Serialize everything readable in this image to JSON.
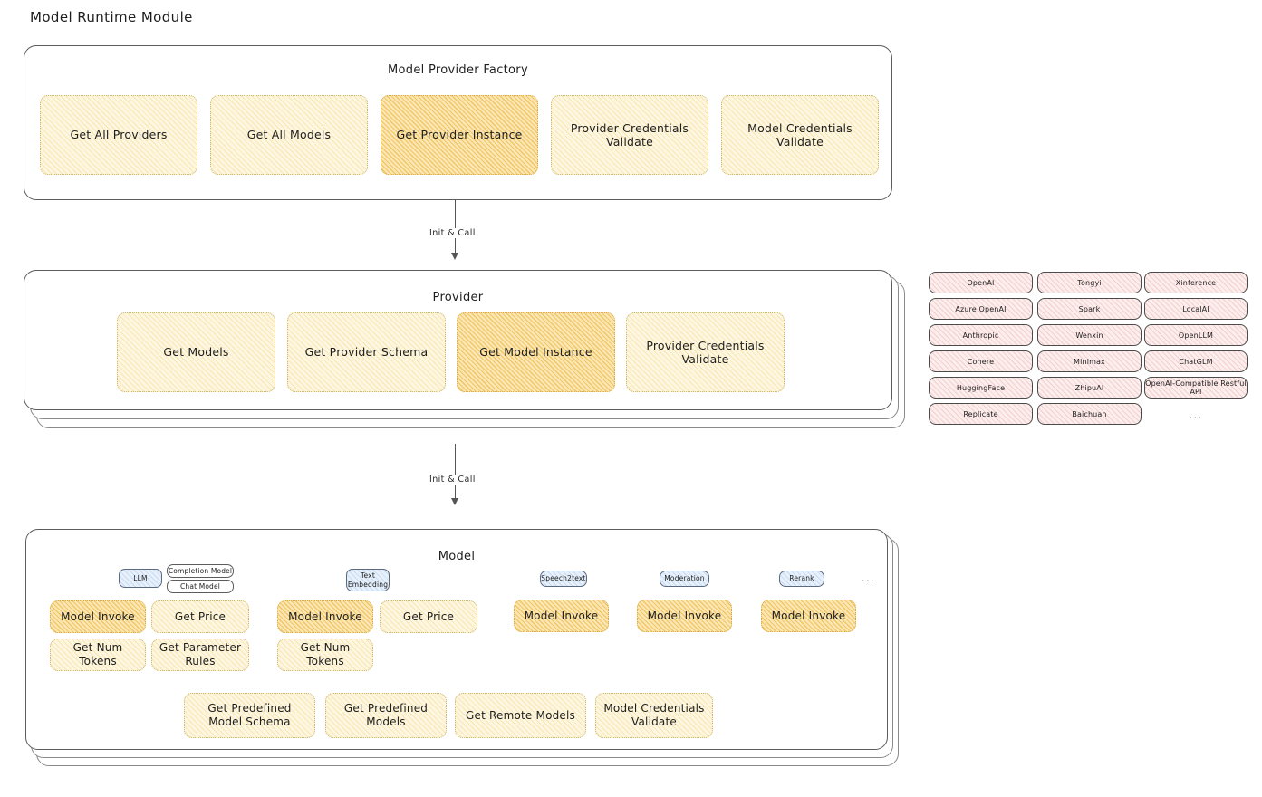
{
  "title": "Model Runtime Module",
  "factory": {
    "title": "Model Provider Factory",
    "nodes": [
      {
        "label": "Get All Providers",
        "highlight": false
      },
      {
        "label": "Get All Models",
        "highlight": false
      },
      {
        "label": "Get Provider Instance",
        "highlight": true
      },
      {
        "label": "Provider Credentials Validate",
        "highlight": false
      },
      {
        "label": "Model Credentials Validate",
        "highlight": false
      }
    ]
  },
  "arrow1": {
    "label": "Init & Call"
  },
  "provider": {
    "title": "Provider",
    "nodes": [
      {
        "label": "Get Models",
        "highlight": false
      },
      {
        "label": "Get Provider Schema",
        "highlight": false
      },
      {
        "label": "Get Model Instance",
        "highlight": true
      },
      {
        "label": "Provider Credentials Validate",
        "highlight": false
      }
    ]
  },
  "provider_list": {
    "columns": [
      [
        "OpenAI",
        "Azure OpenAI",
        "Anthropic",
        "Cohere",
        "HuggingFace",
        "Replicate"
      ],
      [
        "Tongyi",
        "Spark",
        "Wenxin",
        "Minimax",
        "ZhipuAI",
        "Baichuan"
      ],
      [
        "Xinference",
        "LocalAI",
        "OpenLLM",
        "ChatGLM",
        "OpenAI-Compatible Restful API"
      ]
    ],
    "ellipsis": "..."
  },
  "arrow2": {
    "label": "Init & Call"
  },
  "model": {
    "title": "Model",
    "ellipsis": "...",
    "types": [
      {
        "badge": "LLM",
        "sub": [
          "Completion Model",
          "Chat Model"
        ]
      },
      {
        "badge": "Text Embedding",
        "sub": []
      },
      {
        "badge": "Speech2text",
        "sub": []
      },
      {
        "badge": "Moderation",
        "sub": []
      },
      {
        "badge": "Rerank",
        "sub": []
      }
    ],
    "ops": {
      "llm": [
        {
          "label": "Model Invoke",
          "highlight": true
        },
        {
          "label": "Get Price",
          "highlight": false
        },
        {
          "label": "Get Num Tokens",
          "highlight": false
        },
        {
          "label": "Get Parameter Rules",
          "highlight": false
        }
      ],
      "text_embedding": [
        {
          "label": "Model Invoke",
          "highlight": true
        },
        {
          "label": "Get Price",
          "highlight": false
        },
        {
          "label": "Get Num Tokens",
          "highlight": false
        }
      ],
      "speech2text": [
        {
          "label": "Model Invoke",
          "highlight": true
        }
      ],
      "moderation": [
        {
          "label": "Model Invoke",
          "highlight": true
        }
      ],
      "rerank": [
        {
          "label": "Model Invoke",
          "highlight": true
        }
      ]
    },
    "common": [
      {
        "label": "Get Predefined Model Schema",
        "highlight": false
      },
      {
        "label": "Get Predefined Models",
        "highlight": false
      },
      {
        "label": "Get Remote Models",
        "highlight": false
      },
      {
        "label": "Model Credentials Validate",
        "highlight": false
      }
    ]
  },
  "colors": {
    "node_fill": "#fdf6e0",
    "node_highlight_fill": "#fbe7b4",
    "chip_fill": "#fdeeee",
    "badge_fill": "#e8f1fb",
    "stroke": "#1e1e1e",
    "background": "#ffffff"
  }
}
